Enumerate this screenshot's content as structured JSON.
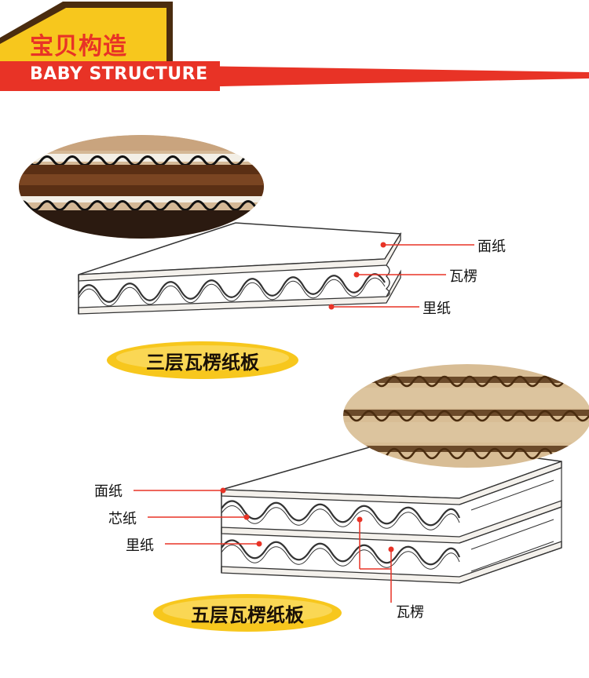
{
  "header": {
    "title_cn": "宝贝构造",
    "title_en": "BABY STRUCTURE",
    "colors": {
      "yellow": "#f7c71d",
      "red": "#e83326",
      "dark": "#4a2c0f"
    }
  },
  "three_layer": {
    "caption": "三层瓦楞纸板",
    "labels": {
      "face": "面纸",
      "flute": "瓦楞",
      "liner": "里纸"
    }
  },
  "five_layer": {
    "caption": "五层瓦楞纸板",
    "labels": {
      "face": "面纸",
      "core": "芯纸",
      "liner": "里纸",
      "flute": "瓦楞"
    }
  }
}
